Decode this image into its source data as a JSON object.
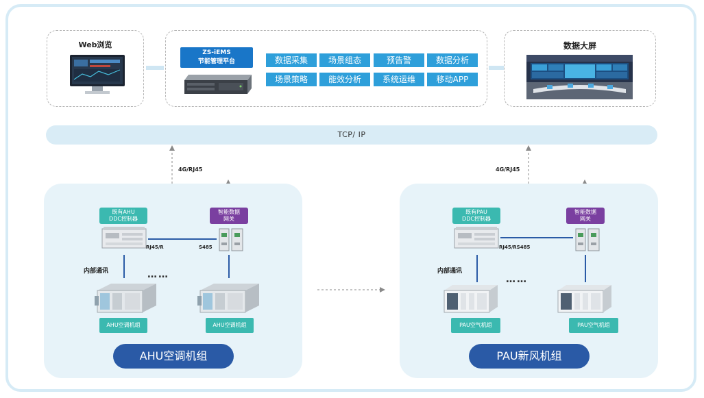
{
  "top": {
    "web_title": "Web浏览",
    "server": {
      "line1": "ZS-iEMS",
      "line2": "节能管理平台"
    },
    "functions": [
      "数据采集",
      "场景组态",
      "预告警",
      "数据分析",
      "场景策略",
      "能效分析",
      "系统运维",
      "移动APP"
    ],
    "bigscreen_title": "数据大屏"
  },
  "network": {
    "bus_label": "TCP/ IP",
    "left_link": "4G/RJ45",
    "right_link": "4G/RJ45"
  },
  "left_region": {
    "controller_label_1": "既有AHU",
    "controller_label_2": "DDC控制器",
    "gateway_label_1": "智能数据",
    "gateway_label_2": "网关",
    "port_label": "RJ45/R",
    "bus_label": "S485",
    "internal_comm": "内部通讯",
    "ellipsis": "……",
    "unit_label_1": "AHU空调机组",
    "unit_label_2": "AHU空调机组",
    "title": "AHU空调机组"
  },
  "right_region": {
    "controller_label_1": "既有PAU",
    "controller_label_2": "DDC控制器",
    "gateway_label_1": "智能数据",
    "gateway_label_2": "网关",
    "port_label": "RJ45/RS485",
    "internal_comm": "内部通讯",
    "ellipsis": "……",
    "unit_label_1": "PAU空气机组",
    "unit_label_2": "PAU空气机组",
    "title": "PAU新风机组"
  },
  "colors": {
    "function_box": "#2e9fda",
    "region_bg": "#e7f3f9",
    "pill": "#2a5aa6",
    "teal_tag": "#3bb9b0",
    "purple_tag": "#7a3fa0"
  }
}
